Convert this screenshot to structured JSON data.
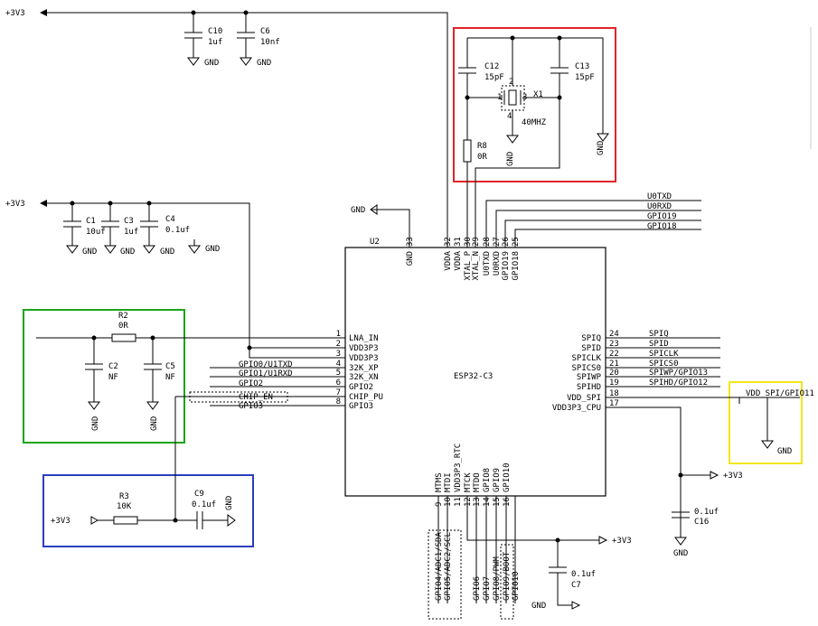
{
  "colors": {
    "wire": "#000000",
    "red_box": "#e0242a",
    "green_box": "#1aa51a",
    "blue_box": "#2a3fbf",
    "yellow_box": "#f2e61c"
  },
  "nets": {
    "v33": "+3V3",
    "gnd": "GND"
  },
  "chip": {
    "ref": "U2",
    "name": "ESP32-C3",
    "left_pins": [
      {
        "num": "1",
        "name": "LNA_IN"
      },
      {
        "num": "2",
        "name": "VDD3P3"
      },
      {
        "num": "3",
        "name": "VDD3P3"
      },
      {
        "num": "4",
        "name": "32K_XP"
      },
      {
        "num": "5",
        "name": "32K_XN"
      },
      {
        "num": "6",
        "name": "GPIO2"
      },
      {
        "num": "7",
        "name": "CHIP_PU"
      },
      {
        "num": "8",
        "name": "GPIO3"
      }
    ],
    "right_pins": [
      {
        "num": "24",
        "name": "SPIQ"
      },
      {
        "num": "23",
        "name": "SPID"
      },
      {
        "num": "22",
        "name": "SPICLK"
      },
      {
        "num": "21",
        "name": "SPICS0"
      },
      {
        "num": "20",
        "name": "SPIWP"
      },
      {
        "num": "19",
        "name": "SPIHD"
      },
      {
        "num": "18",
        "name": "VDD_SPI"
      },
      {
        "num": "17",
        "name": "VDD3P3_CPU"
      }
    ],
    "top_pins": [
      {
        "num": "33",
        "name": "GND"
      },
      {
        "num": "32",
        "name": "VDDA"
      },
      {
        "num": "31",
        "name": "VDDA"
      },
      {
        "num": "30",
        "name": "XTAL_P"
      },
      {
        "num": "29",
        "name": "XTAL_N"
      },
      {
        "num": "28",
        "name": "U0TXD"
      },
      {
        "num": "27",
        "name": "U0RXD"
      },
      {
        "num": "26",
        "name": "GPIO19"
      },
      {
        "num": "25",
        "name": "GPIO18"
      }
    ],
    "bottom_pins": [
      {
        "num": "9",
        "name": "MTMS"
      },
      {
        "num": "10",
        "name": "MTDI"
      },
      {
        "num": "11",
        "name": "VDD3P3_RTC"
      },
      {
        "num": "12",
        "name": "MTCK"
      },
      {
        "num": "13",
        "name": "MTDO"
      },
      {
        "num": "14",
        "name": "GPIO8"
      },
      {
        "num": "15",
        "name": "GPIO9"
      },
      {
        "num": "16",
        "name": "GPIO10"
      }
    ]
  },
  "right_net_labels": [
    "SPIQ",
    "SPID",
    "SPICLK",
    "SPICS0",
    "SPIWP/GPIO13",
    "SPIHD/GPIO12"
  ],
  "left_net_labels": [
    "GPIO0/U1TXD",
    "GPIO1/U1RXD",
    "GPIO2",
    "CHIP_EN",
    "GPIO3"
  ],
  "top_net_labels": [
    "U0TXD",
    "U0RXD",
    "GPIO19",
    "GPIO18"
  ],
  "bottom_net_labels": [
    "GPIO4/ADC1/SDA",
    "GPIO5/ADC2/SCL",
    "GPIO6",
    "GPIO7",
    "GPIO8/PWM",
    "GPIO9/BOOT",
    "GPIO10"
  ],
  "vdd_spi_label": "VDD_SPI/GPIO11",
  "caps": {
    "c10": {
      "ref": "C10",
      "val": "1uf"
    },
    "c6": {
      "ref": "C6",
      "val": "10nf"
    },
    "c1": {
      "ref": "C1",
      "val": "10uf"
    },
    "c3": {
      "ref": "C3",
      "val": "1uf"
    },
    "c4": {
      "ref": "C4",
      "val": "0.1uf"
    },
    "c12": {
      "ref": "C12",
      "val": "15pF"
    },
    "c13": {
      "ref": "C13",
      "val": "15pF"
    },
    "c2": {
      "ref": "C2",
      "val": "NF"
    },
    "c5": {
      "ref": "C5",
      "val": "NF"
    },
    "c9": {
      "ref": "C9",
      "val": "0.1uf"
    },
    "c7": {
      "ref": "C7",
      "val": "0.1uf"
    },
    "c16": {
      "ref": "C16",
      "val": "0.1uf"
    }
  },
  "resistors": {
    "r2": {
      "ref": "R2",
      "val": "0R"
    },
    "r8": {
      "ref": "R8",
      "val": "0R"
    },
    "r3": {
      "ref": "R3",
      "val": "10K"
    }
  },
  "crystal": {
    "ref": "X1",
    "val": "40MHZ",
    "pins": [
      "1",
      "2",
      "3",
      "4"
    ]
  }
}
